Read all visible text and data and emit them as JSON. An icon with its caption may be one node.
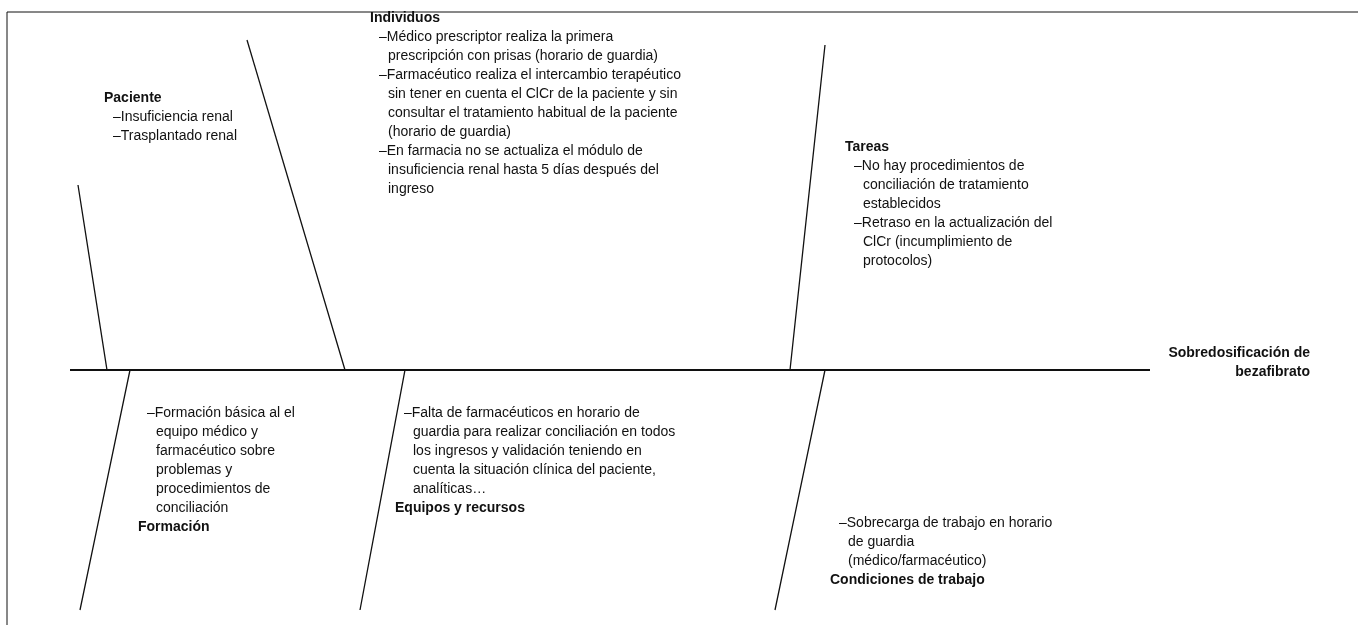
{
  "diagram": {
    "nodes": [
      {
        "text": [
          "Sobredosificación de bezafibrato"
        ]
      },
      {
        "text": [
          "Paciente",
          "–Insuficiencia renal",
          "–Trasplantado renal"
        ]
      },
      {
        "text": [
          "Individuos",
          "–Médico prescriptor realiza la primera prescripción con prisas (horario de guardia)",
          "–Farmacéutico realiza el intercambio terapéutico sin tener en cuenta el ClCr de la paciente y sin consultar el tratamiento habitual de la paciente (horario de guardia)",
          "–En farmacia no se actualiza el módulo de insuficiencia renal hasta 5 días después del ingreso"
        ]
      },
      {
        "text": [
          "Tareas",
          "–No hay procedimientos de conciliación de tratamiento establecidos",
          "–Retraso en la actualización del ClCr (incumplimiento de protocolos)"
        ]
      },
      {
        "text": [
          "–Formación básica al el equipo médico y farmacéutico sobre problemas y procedimientos de conciliación",
          "Formación"
        ]
      },
      {
        "text": [
          "–Falta de farmacéuticos en horario de guardia para realizar conciliación en todos los ingresos y validación teniendo en cuenta la situación clínica del paciente, analíticas…",
          "Equipos y recursos"
        ]
      },
      {
        "text": [
          "–Sobrecarga de trabajo en horario de guardia (médico/farmacéutico)",
          "Condiciones de trabajo"
        ]
      }
    ],
    "edges": [
      {
        "from": 1,
        "to": 0,
        "arrow": "none"
      },
      {
        "from": 2,
        "to": 0,
        "arrow": "none"
      },
      {
        "from": 3,
        "to": 0,
        "arrow": "none"
      },
      {
        "from": 4,
        "to": 0,
        "arrow": "none"
      },
      {
        "from": 5,
        "to": 0,
        "arrow": "none"
      },
      {
        "from": 6,
        "to": 0,
        "arrow": "none"
      }
    ]
  }
}
